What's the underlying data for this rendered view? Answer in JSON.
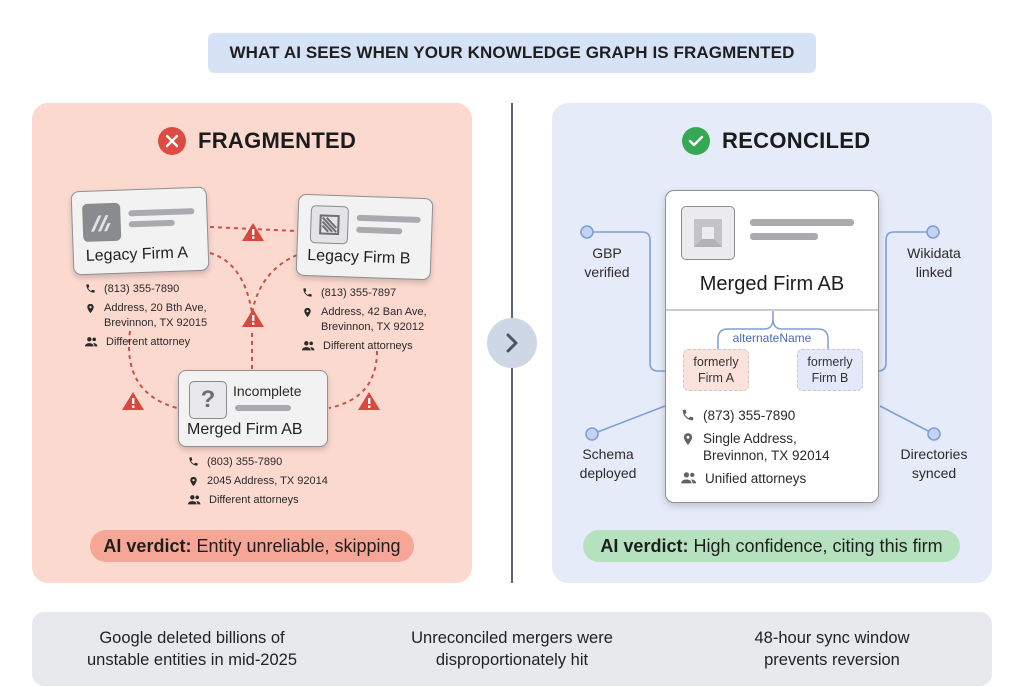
{
  "header": {
    "title": "WHAT AI SEES WHEN YOUR KNOWLEDGE GRAPH IS FRAGMENTED"
  },
  "colors": {
    "fragmented_panel": "#fbd9cf",
    "reconciled_panel": "#e6ebf9",
    "error_red": "#dd4b43",
    "success_green": "#34a853",
    "verdict_bad": "#f5a696",
    "verdict_good": "#b6e1bf",
    "link_blue": "#7f9fd6"
  },
  "fragmented": {
    "heading": "FRAGMENTED",
    "status_icon": "x-circle-icon",
    "cards": [
      {
        "name": "Legacy Firm A",
        "logo_icon": "legacy-a-logo-icon",
        "phone": "(813) 355-7890",
        "address_line1": "Address, 20 Bth Ave,",
        "address_line2": "Brevinnon, TX 92015",
        "attorneys": "Different attorney"
      },
      {
        "name": "Legacy Firm B",
        "logo_icon": "legacy-b-logo-icon",
        "phone": "(813) 355-7897",
        "address_line1": "Address, 42 Ban Ave,",
        "address_line2": "Brevinnon, TX 92012",
        "attorneys": "Different attorneys"
      },
      {
        "name": "Merged Firm AB",
        "status": "Incomplete",
        "logo_icon": "question-mark-icon",
        "logo_text": "?",
        "phone": "(803) 355-7890",
        "address_line1": "2045 Address, TX 92014",
        "attorneys": "Different attorneys"
      }
    ],
    "verdict_label": "AI verdict:",
    "verdict_text": "Entity unreliable, skipping"
  },
  "transition": {
    "icon": "chevron-right-icon"
  },
  "reconciled": {
    "heading": "RECONCILED",
    "status_icon": "check-circle-icon",
    "card": {
      "name": "Merged Firm AB",
      "alternate_label": "alternateName",
      "alt_a_line1": "formerly",
      "alt_a_line2": "Firm A",
      "alt_b_line1": "formerly",
      "alt_b_line2": "Firm B",
      "phone": "(873) 355-7890",
      "address_line1": "Single Address,",
      "address_line2": "Brevinnon, TX 92014",
      "attorneys": "Unified attorneys"
    },
    "signals": {
      "top_left": {
        "line1": "GBP",
        "line2": "verified"
      },
      "top_right": {
        "line1": "Wikidata",
        "line2": "linked"
      },
      "bottom_left": {
        "line1": "Schema",
        "line2": "deployed"
      },
      "bottom_right": {
        "line1": "Directories",
        "line2": "synced"
      }
    },
    "verdict_label": "AI verdict:",
    "verdict_text": "High confidence, citing this firm"
  },
  "footer": {
    "items": [
      {
        "line1": "Google deleted billions of",
        "line2": "unstable entities in mid-2025"
      },
      {
        "line1": "Unreconciled mergers were",
        "line2": "disproportionately hit"
      },
      {
        "line1": "48-hour sync window",
        "line2": "prevents reversion"
      }
    ]
  }
}
